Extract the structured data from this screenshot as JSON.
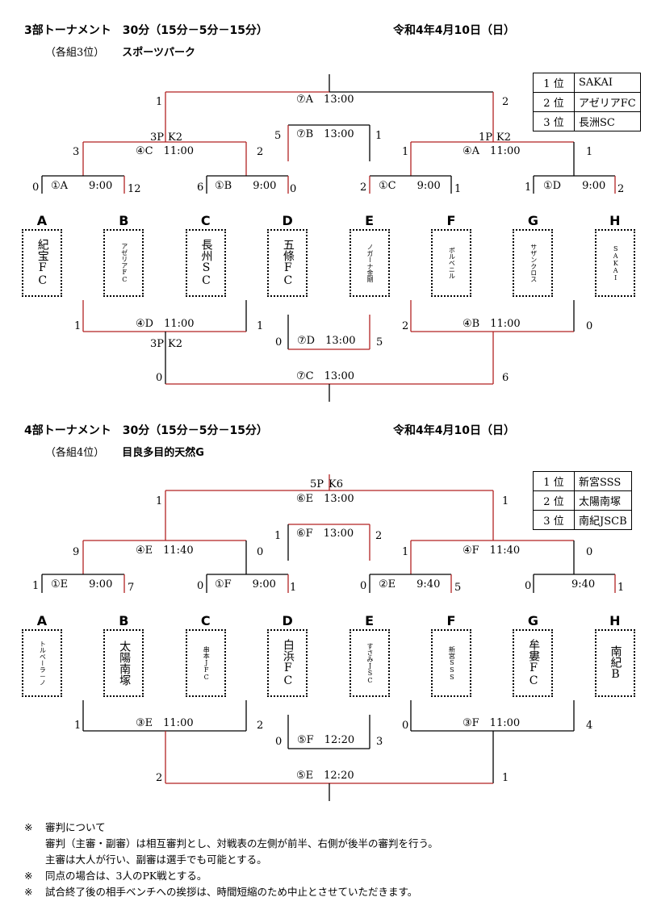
{
  "t3": {
    "title": "3部トーナメント　30分（15分－5分－15分）",
    "date": "令和4年4月10日（日）",
    "group": "（各組3位）",
    "venue": "スポーツパーク",
    "ranks": [
      [
        "1 位",
        "SAKAI"
      ],
      [
        "2 位",
        "アゼリアFC"
      ],
      [
        "3 位",
        "長洲SC"
      ]
    ],
    "teams": [
      {
        "letter": "A",
        "name": "紀宝FC",
        "small": false
      },
      {
        "letter": "B",
        "name": "アゼリアFC",
        "small": true
      },
      {
        "letter": "C",
        "name": "長州SC",
        "small": false
      },
      {
        "letter": "D",
        "name": "五條FC",
        "small": false
      },
      {
        "letter": "E",
        "name": "ノガーナ金剛",
        "small": true
      },
      {
        "letter": "F",
        "name": "ボルベニル",
        "small": true
      },
      {
        "letter": "G",
        "name": "サザンクロス",
        "small": true
      },
      {
        "letter": "H",
        "name": "SAKAI",
        "small": true
      }
    ],
    "labels": [
      [
        "1",
        193,
        120
      ],
      [
        "⑦A　13:00",
        367,
        117
      ],
      [
        "2",
        622,
        120
      ],
      [
        "3P",
        186,
        164
      ],
      [
        "K2",
        208,
        164
      ],
      [
        "5",
        340,
        162
      ],
      [
        "⑦B　13:00",
        367,
        160
      ],
      [
        "1",
        465,
        162
      ],
      [
        "1P",
        593,
        164
      ],
      [
        "K2",
        615,
        164
      ],
      [
        "3",
        90,
        182
      ],
      [
        "④C　11:00",
        168,
        181
      ],
      [
        "2",
        318,
        182
      ],
      [
        "1",
        498,
        182
      ],
      [
        "④A　11:00",
        573,
        181
      ],
      [
        "1",
        726,
        182
      ],
      [
        "0",
        40,
        226
      ],
      [
        "①A　　9:00",
        63,
        224
      ],
      [
        "12",
        158,
        228
      ],
      [
        "6",
        244,
        226
      ],
      [
        "①B　　9:00",
        266,
        224
      ],
      [
        "0",
        359,
        228
      ],
      [
        "2",
        446,
        226
      ],
      [
        "①C　　9:00",
        469,
        224
      ],
      [
        "1",
        563,
        228
      ],
      [
        "1",
        650,
        226
      ],
      [
        "①D　　9:00",
        673,
        224
      ],
      [
        "2",
        765,
        228
      ],
      [
        "1",
        92,
        398
      ],
      [
        "④D　11:00",
        168,
        395
      ],
      [
        "1",
        318,
        398
      ],
      [
        "2",
        498,
        398
      ],
      [
        "④B　11:00",
        573,
        395
      ],
      [
        "0",
        726,
        398
      ],
      [
        "3P",
        186,
        420
      ],
      [
        "K2",
        208,
        420
      ],
      [
        "0",
        341,
        418
      ],
      [
        "⑦D　13:00",
        368,
        416
      ],
      [
        "5",
        466,
        418
      ],
      [
        "0",
        193,
        462
      ],
      [
        "⑦C　13:00",
        367,
        460
      ],
      [
        "6",
        622,
        462
      ]
    ]
  },
  "t4": {
    "title": "4部トーナメント　30分（15分－5分－15分）",
    "date": "令和4年4月10日（日）",
    "group": "（各組4位）",
    "venue": "目良多目的天然G",
    "ranks": [
      [
        "1 位",
        "新宮SSS"
      ],
      [
        "2 位",
        "太陽南塚"
      ],
      [
        "3 位",
        "南紀JSCB"
      ]
    ],
    "teams": [
      {
        "letter": "A",
        "name": "トルベーラ－ノ",
        "small": true
      },
      {
        "letter": "B",
        "name": "太陽南塚",
        "small": false
      },
      {
        "letter": "C",
        "name": "串本JFC",
        "small": true
      },
      {
        "letter": "D",
        "name": "白浜FC",
        "small": false
      },
      {
        "letter": "E",
        "name": "すさみJSC",
        "small": true
      },
      {
        "letter": "F",
        "name": "新宮SSS",
        "small": true
      },
      {
        "letter": "G",
        "name": "牟婁FC",
        "small": false
      },
      {
        "letter": "H",
        "name": "南紀B",
        "small": false
      }
    ],
    "labels": [
      [
        "5P",
        384,
        594
      ],
      [
        "K6",
        407,
        594
      ],
      [
        "1",
        193,
        615
      ],
      [
        "⑥E　13:00",
        367,
        612
      ],
      [
        "1",
        622,
        615
      ],
      [
        "1",
        340,
        658
      ],
      [
        "⑥F　13:00",
        367,
        655
      ],
      [
        "2",
        465,
        658
      ],
      [
        "9",
        90,
        678
      ],
      [
        "④E　11:40",
        168,
        676
      ],
      [
        "0",
        318,
        678
      ],
      [
        "1",
        498,
        678
      ],
      [
        "④F　11:40",
        573,
        676
      ],
      [
        "0",
        726,
        678
      ],
      [
        "1",
        40,
        720
      ],
      [
        "①E　　9:00",
        63,
        718
      ],
      [
        "7",
        158,
        722
      ],
      [
        "0",
        244,
        720
      ],
      [
        "①F　　9:00",
        266,
        718
      ],
      [
        "1",
        359,
        722
      ],
      [
        "0",
        446,
        720
      ],
      [
        "②E　　9:40",
        469,
        718
      ],
      [
        "5",
        563,
        722
      ],
      [
        "0",
        650,
        720
      ],
      [
        "9:40",
        708,
        718
      ],
      [
        "1",
        765,
        722
      ],
      [
        "1",
        92,
        893
      ],
      [
        "③E　11:00",
        168,
        890
      ],
      [
        "2",
        318,
        893
      ],
      [
        "0",
        498,
        893
      ],
      [
        "③F　11:00",
        573,
        890
      ],
      [
        "4",
        726,
        893
      ],
      [
        "0",
        341,
        913
      ],
      [
        "⑤F　12:20",
        368,
        911
      ],
      [
        "3",
        466,
        913
      ],
      [
        "2",
        193,
        958
      ],
      [
        "⑤E　12:20",
        367,
        955
      ],
      [
        "1",
        622,
        958
      ]
    ]
  },
  "notes": {
    "l1_mark": "※",
    "l1": "審判について",
    "l2": "審判（主審・副審）は相互審判とし、対戦表の左側が前半、右側が後半の審判を行う。",
    "l3": "主審は大人が行い、副審は選手でも可能とする。",
    "l4_mark": "※",
    "l4": "同点の場合は、3人のPK戦とする。",
    "l5_mark": "※",
    "l5": "試合終了後の相手ベンチへの挨拶は、時間短縮のため中止とさせていただきます。"
  }
}
